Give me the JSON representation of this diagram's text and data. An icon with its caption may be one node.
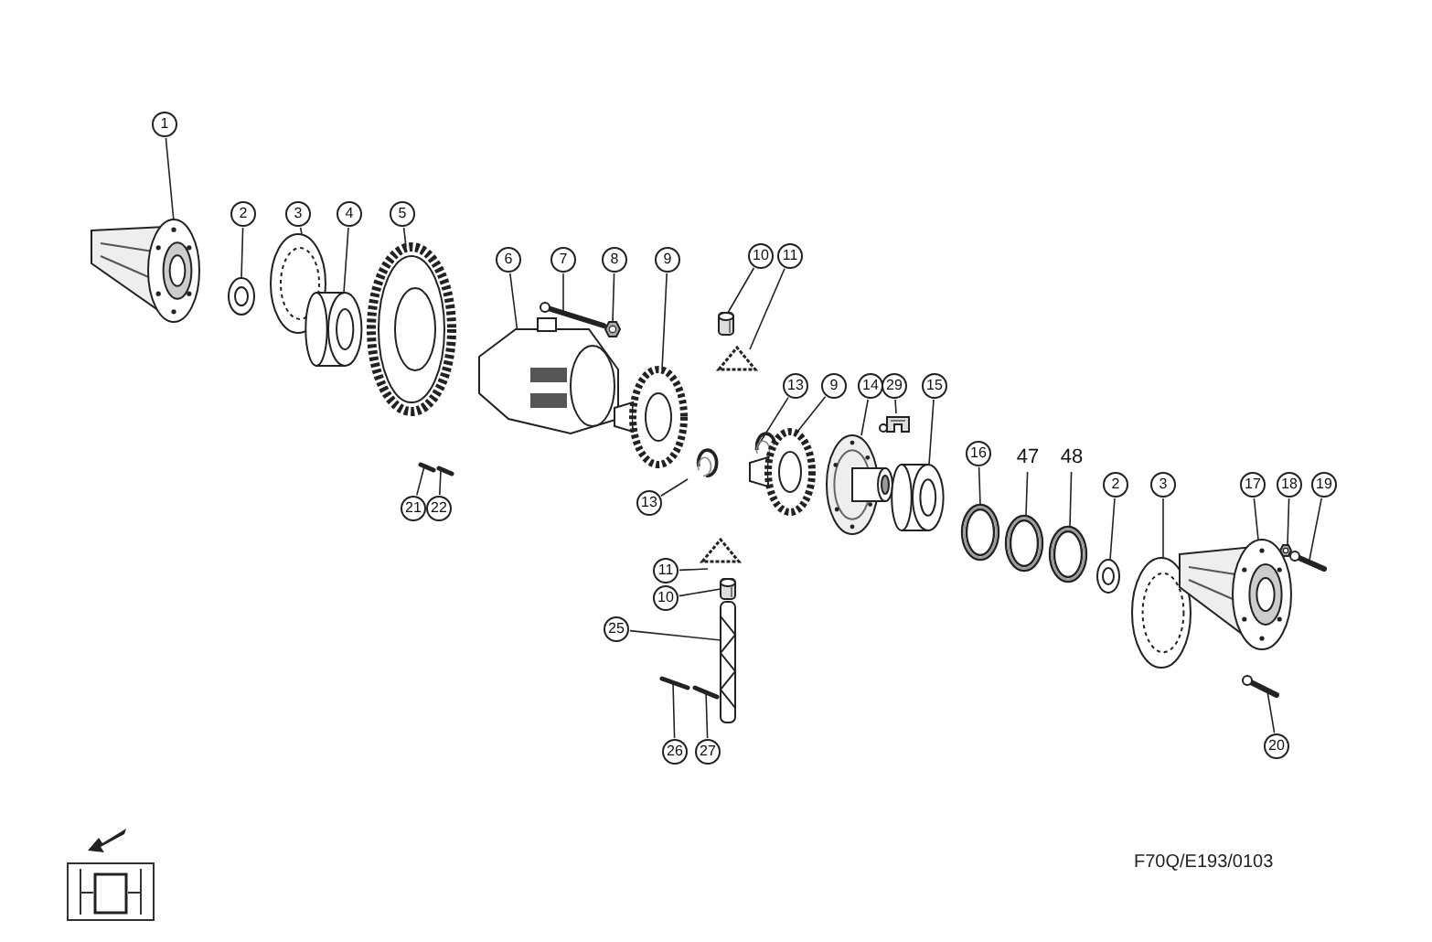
{
  "diagram": {
    "nodes": [
      {
        "text": [
          "1"
        ]
      },
      {
        "text": [
          "2"
        ]
      },
      {
        "text": [
          "3"
        ]
      },
      {
        "text": [
          "4"
        ]
      },
      {
        "text": [
          "5"
        ]
      },
      {
        "text": [
          "6"
        ]
      },
      {
        "text": [
          "7"
        ]
      },
      {
        "text": [
          "8"
        ]
      },
      {
        "text": [
          "9"
        ]
      },
      {
        "text": [
          "10"
        ]
      },
      {
        "text": [
          "11"
        ]
      },
      {
        "text": [
          "13"
        ]
      },
      {
        "text": [
          "9"
        ]
      },
      {
        "text": [
          "14"
        ]
      },
      {
        "text": [
          "29"
        ]
      },
      {
        "text": [
          "15"
        ]
      },
      {
        "text": [
          "16"
        ]
      },
      {
        "text": [
          "47"
        ]
      },
      {
        "text": [
          "48"
        ]
      },
      {
        "text": [
          "2"
        ]
      },
      {
        "text": [
          "3"
        ]
      },
      {
        "text": [
          "17"
        ]
      },
      {
        "text": [
          "18"
        ]
      },
      {
        "text": [
          "19"
        ]
      },
      {
        "text": [
          "13"
        ]
      },
      {
        "text": [
          "21"
        ]
      },
      {
        "text": [
          "22"
        ]
      },
      {
        "text": [
          "11"
        ]
      },
      {
        "text": [
          "10"
        ]
      },
      {
        "text": [
          "25"
        ]
      },
      {
        "text": [
          "20"
        ]
      },
      {
        "text": [
          "26"
        ]
      },
      {
        "text": [
          "27"
        ]
      },
      {
        "text": [],
        "shape": "picture"
      },
      {
        "text": [],
        "shape": "picture"
      },
      {
        "text": [],
        "shape": "picture"
      },
      {
        "text": [],
        "shape": "picture"
      },
      {
        "text": [],
        "shape": "picture"
      },
      {
        "text": [],
        "shape": "picture"
      },
      {
        "text": [],
        "shape": "picture"
      },
      {
        "text": [],
        "shape": "picture"
      },
      {
        "text": [],
        "shape": "picture"
      },
      {
        "text": [],
        "shape": "picture"
      },
      {
        "text": [],
        "shape": "picture"
      },
      {
        "text": [],
        "shape": "picture"
      },
      {
        "text": [],
        "shape": "picture"
      },
      {
        "text": [],
        "shape": "picture"
      },
      {
        "text": [],
        "shape": "picture"
      },
      {
        "text": [],
        "shape": "picture"
      },
      {
        "text": [],
        "shape": "picture"
      },
      {
        "text": [],
        "shape": "picture"
      },
      {
        "text": [],
        "shape": "picture"
      },
      {
        "text": [],
        "shape": "picture"
      },
      {
        "text": [],
        "shape": "picture"
      },
      {
        "text": [],
        "shape": "picture"
      },
      {
        "text": [],
        "shape": "picture"
      },
      {
        "text": [],
        "shape": "picture"
      },
      {
        "text": [],
        "shape": "picture"
      },
      {
        "text": [],
        "shape": "picture"
      },
      {
        "text": [],
        "shape": "picture"
      },
      {
        "text": [],
        "shape": "picture"
      },
      {
        "text": [],
        "shape": "picture"
      },
      {
        "text": [],
        "shape": "picture"
      },
      {
        "text": [],
        "shape": "picture"
      },
      {
        "text": [],
        "shape": "picture"
      },
      {
        "text": [],
        "shape": "picture"
      }
    ],
    "edges": [
      {
        "from": 0,
        "to": 33,
        "arrow": "none"
      },
      {
        "from": 1,
        "to": 34,
        "arrow": "none"
      },
      {
        "from": 2,
        "to": 35,
        "arrow": "none"
      },
      {
        "from": 3,
        "to": 36,
        "arrow": "none"
      },
      {
        "from": 4,
        "to": 37,
        "arrow": "none"
      },
      {
        "from": 5,
        "to": 38,
        "arrow": "none"
      },
      {
        "from": 6,
        "to": 39,
        "arrow": "none"
      },
      {
        "from": 7,
        "to": 40,
        "arrow": "none"
      },
      {
        "from": 8,
        "to": 41,
        "arrow": "none"
      },
      {
        "from": 9,
        "to": 42,
        "arrow": "none"
      },
      {
        "from": 10,
        "to": 43,
        "arrow": "none"
      },
      {
        "from": 11,
        "to": 44,
        "arrow": "none"
      },
      {
        "from": 12,
        "to": 45,
        "arrow": "none"
      },
      {
        "from": 13,
        "to": 46,
        "arrow": "none"
      },
      {
        "from": 14,
        "to": 47,
        "arrow": "none"
      },
      {
        "from": 15,
        "to": 48,
        "arrow": "none"
      },
      {
        "from": 16,
        "to": 49,
        "arrow": "none"
      },
      {
        "from": 17,
        "to": 50,
        "arrow": "none"
      },
      {
        "from": 18,
        "to": 51,
        "arrow": "none"
      },
      {
        "from": 19,
        "to": 52,
        "arrow": "none"
      },
      {
        "from": 20,
        "to": 53,
        "arrow": "none"
      },
      {
        "from": 21,
        "to": 54,
        "arrow": "none"
      },
      {
        "from": 22,
        "to": 55,
        "arrow": "none"
      },
      {
        "from": 23,
        "to": 56,
        "arrow": "none"
      },
      {
        "from": 24,
        "to": 57,
        "arrow": "none"
      },
      {
        "from": 25,
        "to": 58,
        "arrow": "none"
      },
      {
        "from": 26,
        "to": 59,
        "arrow": "none"
      },
      {
        "from": 27,
        "to": 60,
        "arrow": "none"
      },
      {
        "from": 28,
        "to": 61,
        "arrow": "none"
      },
      {
        "from": 29,
        "to": 62,
        "arrow": "none"
      },
      {
        "from": 30,
        "to": 63,
        "arrow": "none"
      },
      {
        "from": 31,
        "to": 64,
        "arrow": "none"
      },
      {
        "from": 32,
        "to": 65,
        "arrow": "none"
      }
    ],
    "labels": [
      "F70Q/E193/0103"
    ]
  }
}
